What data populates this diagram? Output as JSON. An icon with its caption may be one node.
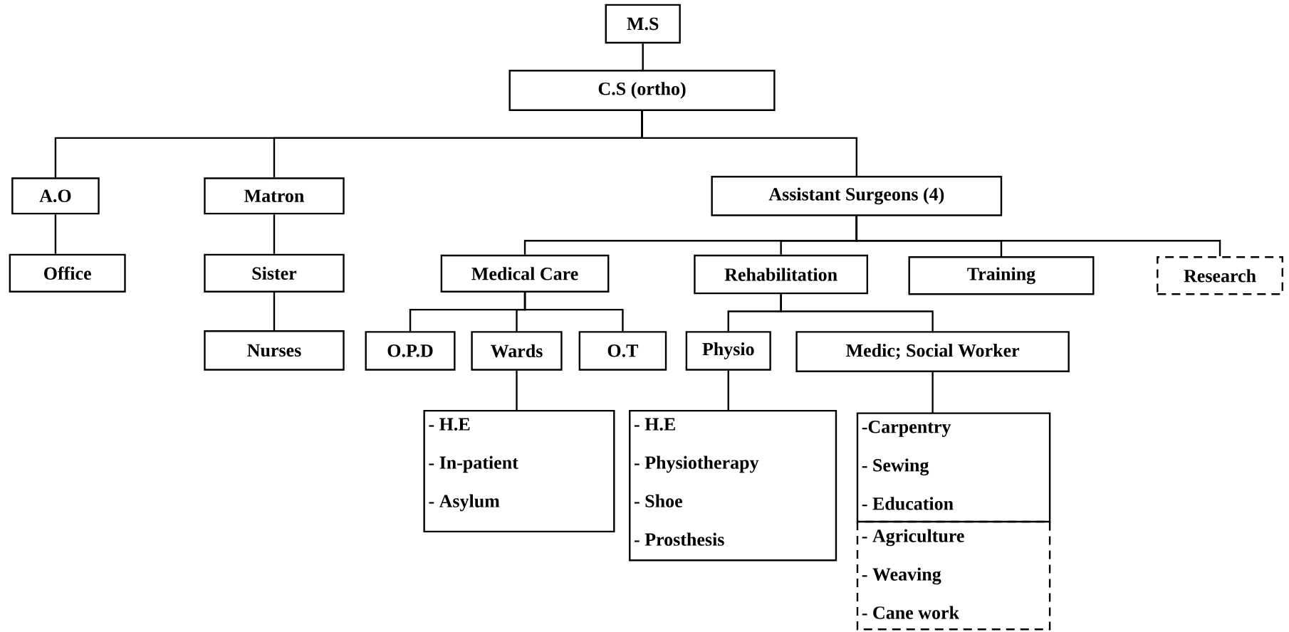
{
  "diagram": {
    "nodes": [
      {
        "text": [
          "M.S"
        ]
      },
      {
        "text": [
          "C.S (ortho)"
        ]
      },
      {
        "text": [
          "A.O"
        ]
      },
      {
        "text": [
          "Matron"
        ]
      },
      {
        "text": [
          "Assistant Surgeons (4)"
        ]
      },
      {
        "text": [
          "Office"
        ]
      },
      {
        "text": [
          "Sister"
        ]
      },
      {
        "text": [
          "Nurses"
        ]
      },
      {
        "text": [
          "Medical Care"
        ]
      },
      {
        "text": [
          "Rehabilitation"
        ]
      },
      {
        "text": [
          "Training"
        ]
      },
      {
        "text": [
          "Research"
        ]
      },
      {
        "text": [
          "O.P.D"
        ]
      },
      {
        "text": [
          "Wards"
        ]
      },
      {
        "text": [
          "O.T"
        ]
      },
      {
        "text": [
          "Physio"
        ]
      },
      {
        "text": [
          "Medic; Social Worker"
        ]
      },
      {
        "text": [
          "- H.E",
          "- In-patient",
          "- Asylum"
        ]
      },
      {
        "text": [
          "- H.E",
          "- Physiotherapy",
          "- Shoe",
          "- Prosthesis"
        ]
      },
      {
        "text": [
          "-Carpentry",
          "- Sewing",
          "- Education"
        ]
      },
      {
        "text": [
          "- Agriculture",
          "- Weaving",
          "- Cane work"
        ]
      }
    ],
    "edges": [
      {
        "from": 0,
        "to": 1,
        "arrow": "none"
      },
      {
        "from": 1,
        "to": 2,
        "arrow": "none"
      },
      {
        "from": 1,
        "to": 3,
        "arrow": "none"
      },
      {
        "from": 1,
        "to": 4,
        "arrow": "none"
      },
      {
        "from": 2,
        "to": 5,
        "arrow": "none"
      },
      {
        "from": 3,
        "to": 6,
        "arrow": "none"
      },
      {
        "from": 6,
        "to": 7,
        "arrow": "none"
      },
      {
        "from": 4,
        "to": 8,
        "arrow": "none"
      },
      {
        "from": 4,
        "to": 9,
        "arrow": "none"
      },
      {
        "from": 4,
        "to": 10,
        "arrow": "none"
      },
      {
        "from": 4,
        "to": 11,
        "arrow": "none"
      },
      {
        "from": 8,
        "to": 12,
        "arrow": "none"
      },
      {
        "from": 8,
        "to": 13,
        "arrow": "none"
      },
      {
        "from": 8,
        "to": 14,
        "arrow": "none"
      },
      {
        "from": 9,
        "to": 15,
        "arrow": "none"
      },
      {
        "from": 9,
        "to": 16,
        "arrow": "none"
      },
      {
        "from": 13,
        "to": 17,
        "arrow": "none"
      },
      {
        "from": 15,
        "to": 18,
        "arrow": "none"
      },
      {
        "from": 16,
        "to": 19,
        "arrow": "none"
      }
    ]
  }
}
